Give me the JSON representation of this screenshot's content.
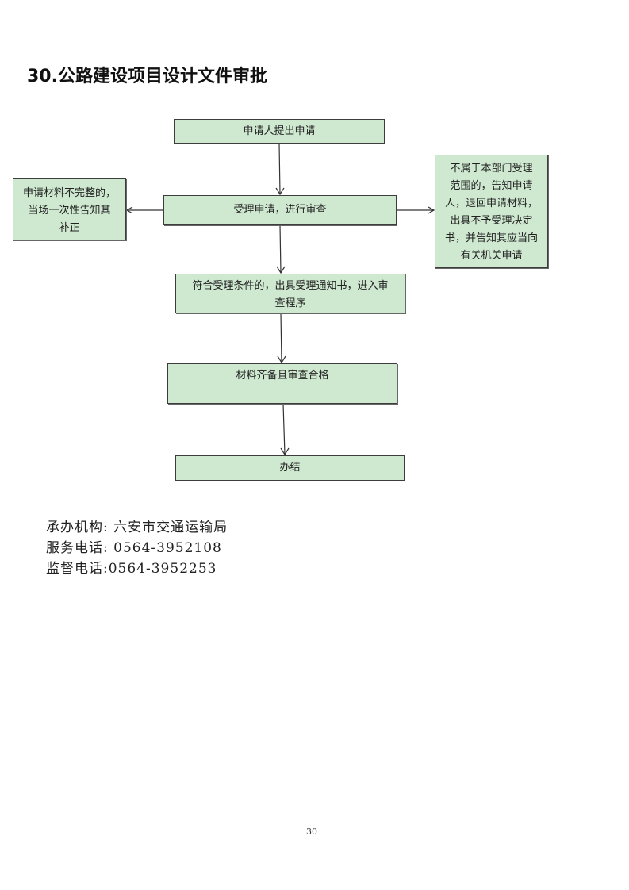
{
  "title": "30.公路建设项目设计文件审批",
  "flowchart": {
    "steps": {
      "submit": "申请人提出申请",
      "accept_review": "受理申请，进行审查",
      "incomplete": [
        "申请材料不完整的，",
        "当场一次性告知其",
        "补正"
      ],
      "not_in_scope": [
        "不属于本部门受理",
        "范围的，告知申请",
        "人，退回申请材料，",
        "出具不予受理决定",
        "书，并告知其应当向",
        "有关机关申请"
      ],
      "qualified": [
        "符合受理条件的，出具受理通知书，进入审",
        "查程序"
      ],
      "complete_qualified": "材料齐备且审查合格",
      "done": "办结"
    },
    "box_color": "#cfe8d0",
    "border_color": "#3d3d3d"
  },
  "contact": {
    "agency_label": "承办机构:",
    "agency_value": " 六安市交通运输局",
    "service_phone_label": "服务电话:",
    "service_phone_value": " 0564-3952108",
    "supervision_phone_label": "监督电话:",
    "supervision_phone_value": "0564-3952253"
  },
  "page_number": "30"
}
